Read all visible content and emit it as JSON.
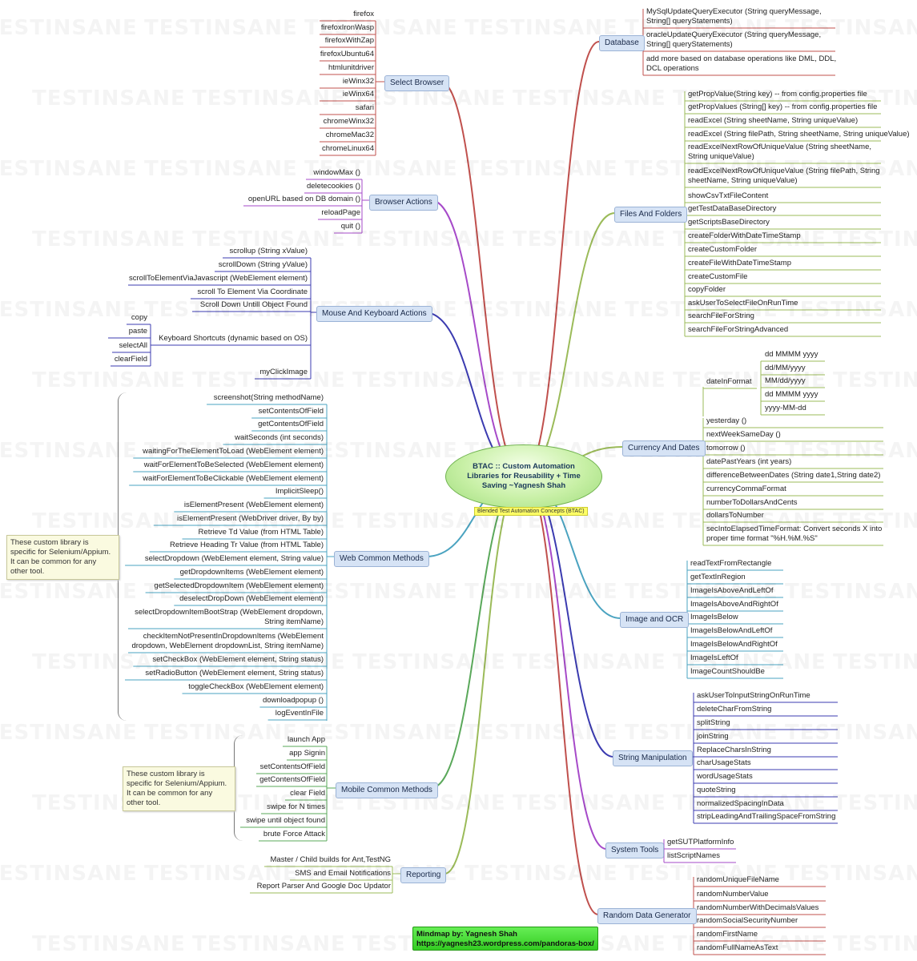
{
  "central": {
    "title": "BTAC :: Custom Automation Libraries for Reusability + Time Saving ~Yagnesh Shah",
    "subtitle": "Blended Test Automation Concepts (BTAC)"
  },
  "watermark": "TESTINSANE",
  "footer": {
    "line1": "Mindmap by: Yagnesh Shah",
    "line2": "https://yagnesh23.wordpress.com/pandoras-box/"
  },
  "notes": {
    "web": "These custom library is specific for Selenium/Appium. It can be common for any other tool.",
    "mobile": "These custom library is specific for Selenium/Appium. It can be common for any other tool."
  },
  "branches": {
    "select_browser": {
      "label": "Select Browser",
      "color": "#c0504d",
      "items": [
        "firefox",
        "firefoxIronWasp",
        "firefoxWithZap",
        "firefoxUbuntu64",
        "htmlunitdriver",
        "ieWinx32",
        "ieWinx64",
        "safari",
        "chromeWinx32",
        "chromeMac32",
        "chromeLinux64"
      ]
    },
    "browser_actions": {
      "label": "Browser Actions",
      "color": "#a64ac9",
      "items": [
        "windowMax ()",
        "deletecookies ()",
        "openURL based on DB domain ()",
        "reloadPage",
        "quit ()"
      ]
    },
    "mouse_keyboard": {
      "label": "Mouse And Keyboard Actions",
      "color": "#3b3bb0",
      "items": [
        "scrollup (String xValue)",
        "scrollDown (String yValue)",
        "scrollToElementViaJavascript (WebElement element)",
        "scroll To Element Via Coordinate",
        "Scroll Down Untill Object Found",
        "Keyboard Shortcuts (dynamic based on OS)",
        "myClickImage"
      ],
      "shortcuts": [
        "copy",
        "paste",
        "selectAll",
        "clearField"
      ]
    },
    "web_common": {
      "label": "Web Common Methods",
      "color": "#4aa3c0",
      "items": [
        "screenshot(String methodName)",
        "setContentsOfField",
        "getContentsOfField",
        "waitSeconds (int seconds)",
        "waitingForTheElementToLoad (WebElement element)",
        "waitForElementToBeSelected (WebElement element)",
        "waitForElementToBeClickable (WebElement element)",
        "ImplicitSleep()",
        "isElementPresent (WebElement element)",
        "isElementPresent (WebDriver driver, By by)",
        "Retrieve Td Value (from HTML Table)",
        "Retrieve Heading Tr Value (from HTML Table)",
        "selectDropdown (WebElement element, String value)",
        "getDropdownItems (WebElement element)",
        "getSelectedDropdownItem (WebElement element)",
        "deselectDropDown (WebElement element)",
        "selectDropdownItemBootStrap (WebElement dropdown, String itemName)",
        "checkItemNotPresentInDropdownItems (WebElement dropdown, WebElement dropdownList, String itemName)",
        "setCheckBox (WebElement element, String status)",
        "setRadioButton (WebElement element, String status)",
        "toggleCheckBox (WebElement element)",
        "downloadpopup ()",
        "logEventInFile"
      ]
    },
    "mobile_common": {
      "label": "Mobile Common Methods",
      "color": "#5aa85a",
      "items": [
        "launch App",
        "app Signin",
        "setContentsOfField",
        "getContentsOfField",
        "clear Field",
        "swipe for N times",
        "swipe until object found",
        "brute Force Attack"
      ]
    },
    "reporting": {
      "label": "Reporting",
      "color": "#9bbb59",
      "items": [
        "Master / Child builds for Ant,TestNG",
        "SMS and Email Notifications",
        "Report Parser And Google Doc Updator"
      ]
    },
    "database": {
      "label": "Database",
      "color": "#c0504d",
      "items": [
        "MySqlUpdateQueryExecutor (String queryMessage, String[] queryStatements)",
        "oracleUpdateQueryExecutor (String queryMessage, String[] queryStatements)",
        "add more based on database operations like DML, DDL, DCL operations"
      ]
    },
    "files_folders": {
      "label": "Files And Folders",
      "color": "#9bbb59",
      "items": [
        "getPropValue(String key) -- from config.properties file",
        "getPropValues (String[] key) -- from config.properties file",
        "readExcel (String sheetName, String uniqueValue)",
        "readExcel (String filePath, String sheetName, String uniqueValue)",
        "readExcelNextRowOfUniqueValue (String sheetName, String uniqueValue)",
        "readExcelNextRowOfUniqueValue (String filePath, String sheetName, String uniqueValue)",
        "showCsvTxtFileContent",
        "getTestDataBaseDirectory",
        "getScriptsBaseDirectory",
        "createFolderWithDateTimeStamp",
        "createCustomFolder",
        "createFileWithDateTimeStamp",
        "createCustomFile",
        "copyFolder",
        "askUserToSelectFileOnRunTime",
        "searchFileForString",
        "searchFileForStringAdvanced"
      ]
    },
    "currency_dates": {
      "label": "Currency And Dates",
      "color": "#9bbb59",
      "date_label": "dateInFormat",
      "date_formats": [
        "dd MMMM yyyy",
        "dd/MM/yyyy",
        "MM/dd/yyyy",
        "dd MMMM yyyy",
        "yyyy-MM-dd"
      ],
      "items": [
        "yesterday ()",
        "nextWeekSameDay ()",
        "tomorrow ()",
        "datePastYears (int years)",
        "differenceBetweenDates (String date1,String date2)",
        "currencyCommaFormat",
        "numberToDollarsAndCents",
        "dollarsToNumber",
        "secIntoElapsedTimeFormat: Convert seconds X into proper time format \"%H.%M.%S\""
      ]
    },
    "image_ocr": {
      "label": "Image and OCR",
      "color": "#4aa3c0",
      "items": [
        "readTextFromRectangle",
        "getTextInRegion",
        "ImageIsAboveAndLeftOf",
        "ImageIsAboveAndRightOf",
        "ImageIsBelow",
        "ImageIsBelowAndLeftOf",
        "ImageIsBelowAndRightOf",
        "ImageIsLeftOf",
        "ImageCountShouldBe"
      ]
    },
    "string_manipulation": {
      "label": "String Manipulation",
      "color": "#3b3bb0",
      "items": [
        "askUserToInputStringOnRunTime",
        "deleteCharFromString",
        "splitString",
        "joinString",
        "ReplaceCharsInString",
        "charUsageStats",
        "wordUsageStats",
        "quoteString",
        "normalizedSpacingInData",
        "stripLeadingAndTrailingSpaceFromString"
      ]
    },
    "system_tools": {
      "label": "System Tools",
      "color": "#a64ac9",
      "items": [
        "getSUTPlatformInfo",
        "listScriptNames"
      ]
    },
    "random_data": {
      "label": "Random Data Generator",
      "color": "#c0504d",
      "items": [
        "randomUniqueFileName",
        "randomNumberValue",
        "randomNumberWithDecimalsValues",
        "randomSocialSecurityNumber",
        "randomFirstName",
        "randomFullNameAsText"
      ]
    }
  }
}
